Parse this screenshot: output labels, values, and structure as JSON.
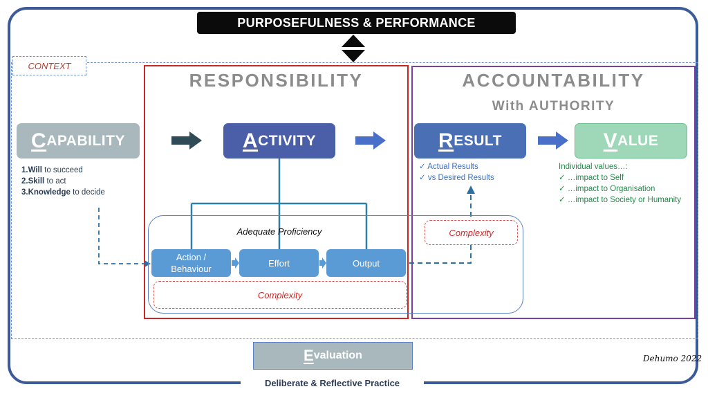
{
  "title": "PURPOSEFULNESS & PERFORMANCE",
  "context_label": "CONTEXT",
  "responsibility": {
    "heading": "RESPONSIBILITY"
  },
  "accountability": {
    "heading": "ACCOUNTABILITY",
    "subheading": "With AUTHORITY"
  },
  "capability": {
    "first": "C",
    "rest": "APABILITY",
    "items": [
      {
        "num": "1.",
        "bold": "Will",
        "text": " to succeed"
      },
      {
        "num": "2.",
        "bold": "Skill",
        "text": " to act"
      },
      {
        "num": "3.",
        "bold": "Knowledge",
        "text": " to decide"
      }
    ]
  },
  "activity": {
    "first": "A",
    "rest": "CTIVITY"
  },
  "result": {
    "first": "R",
    "rest": "ESULT",
    "items": [
      "Actual Results",
      "vs Desired Results"
    ]
  },
  "value": {
    "first": "V",
    "rest": "ALUE",
    "intro": "Individual values…:",
    "items": [
      "…impact to Self",
      "…impact to Organisation",
      "…impact to Society or Humanity"
    ]
  },
  "proficiency": {
    "label": "Adequate Proficiency",
    "steps": [
      {
        "line1": "Action /",
        "line2": "Behaviour"
      },
      {
        "line1": "Effort",
        "line2": ""
      },
      {
        "line1": "Output",
        "line2": ""
      }
    ],
    "complexity_inner": "Complexity"
  },
  "complexity_result": "Complexity",
  "evaluation": {
    "first": "E",
    "rest": "valuation",
    "footer": "Deliberate & Reflective Practice"
  },
  "signature": "Dehumo 2022",
  "colors": {
    "frame": "#3c5a99",
    "capability": "#a9b8bc",
    "activity": "#4a5fa8",
    "result": "#4a6fb5",
    "value": "#9fd8b9",
    "step": "#5b9bd5",
    "responsibility_border": "#c62828",
    "accountability_border": "#7b3fa0",
    "connector": "#2f7ea6"
  }
}
